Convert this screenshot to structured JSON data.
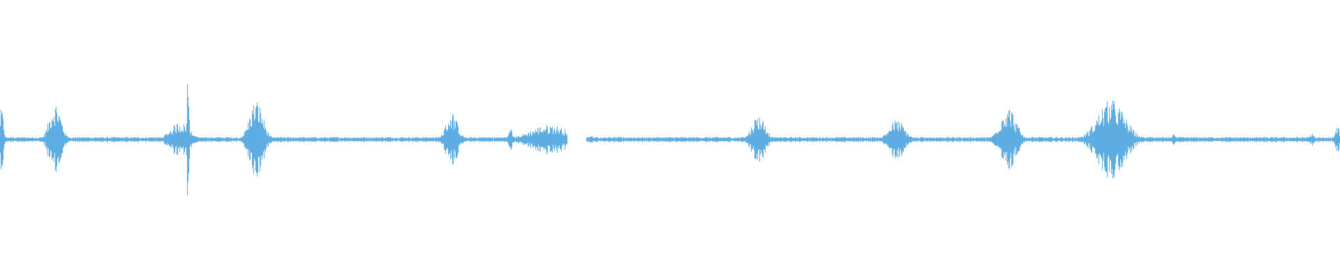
{
  "waveform": {
    "color": "#5DADE2",
    "background": "#FFFFFF",
    "baseline_amplitude": 0.02,
    "bursts": [
      {
        "t": 0.001,
        "amp": 0.25,
        "width": 0.002
      },
      {
        "t": 0.041,
        "amp": 0.3,
        "width": 0.006
      },
      {
        "t": 0.134,
        "amp": 0.14,
        "width": 0.01
      },
      {
        "t": 0.14,
        "amp": 0.62,
        "width": 0.001
      },
      {
        "t": 0.191,
        "amp": 0.32,
        "width": 0.007
      },
      {
        "t": 0.337,
        "amp": 0.22,
        "width": 0.006
      },
      {
        "t": 0.381,
        "amp": 0.09,
        "width": 0.002
      },
      {
        "t": 0.41,
        "amp": 0.12,
        "width": 0.02
      },
      {
        "t": 0.442,
        "amp": 0.03,
        "width": 0.004
      },
      {
        "t": 0.566,
        "amp": 0.2,
        "width": 0.007
      },
      {
        "t": 0.669,
        "amp": 0.16,
        "width": 0.008
      },
      {
        "t": 0.752,
        "amp": 0.27,
        "width": 0.008
      },
      {
        "t": 0.829,
        "amp": 0.32,
        "width": 0.014
      },
      {
        "t": 0.876,
        "amp": 0.05,
        "width": 0.002
      },
      {
        "t": 0.979,
        "amp": 0.05,
        "width": 0.002
      },
      {
        "t": 0.998,
        "amp": 0.1,
        "width": 0.003
      }
    ],
    "gaps": [
      {
        "from": 0.423,
        "to": 0.437
      }
    ]
  }
}
